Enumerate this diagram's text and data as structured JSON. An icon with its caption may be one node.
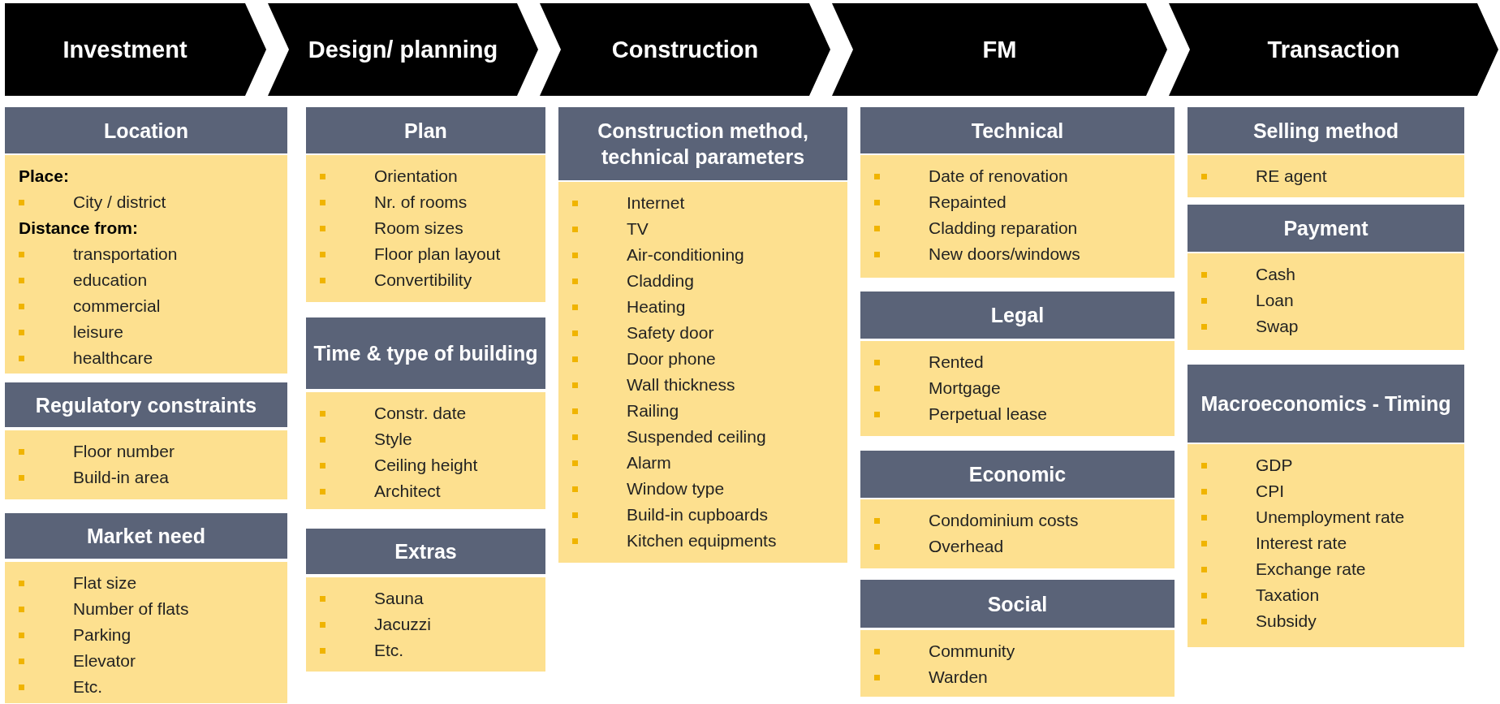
{
  "diagram": {
    "nodes": [
      {
        "text": [
          "Investment"
        ]
      },
      {
        "text": [
          "Design/ planning"
        ]
      },
      {
        "text": [
          "Construction"
        ]
      },
      {
        "text": [
          "FM"
        ]
      },
      {
        "text": [
          "Transaction"
        ]
      },
      {
        "text": [
          "Location"
        ]
      },
      {
        "text": [
          "Place:",
          "City / district",
          "Distance from:",
          "transportation",
          "education",
          "commercial",
          "leisure",
          "healthcare"
        ]
      },
      {
        "text": [
          "Regulatory constraints"
        ]
      },
      {
        "text": [
          "Floor number",
          "Build-in area"
        ]
      },
      {
        "text": [
          "Market need"
        ]
      },
      {
        "text": [
          "Flat size",
          "Number of flats",
          "Parking",
          "Elevator",
          "Etc."
        ]
      },
      {
        "text": [
          "Plan"
        ]
      },
      {
        "text": [
          "Orientation",
          "Nr. of rooms",
          "Room sizes",
          "Floor plan layout",
          "Convertibility"
        ]
      },
      {
        "text": [
          "Time & type of building"
        ]
      },
      {
        "text": [
          "Constr. date",
          "Style",
          "Ceiling height",
          "Architect"
        ]
      },
      {
        "text": [
          "Extras"
        ]
      },
      {
        "text": [
          "Sauna",
          "Jacuzzi",
          "Etc."
        ]
      },
      {
        "text": [
          "Construction method, technical parameters"
        ]
      },
      {
        "text": [
          "Internet",
          "TV",
          "Air-conditioning",
          "Cladding",
          "Heating",
          "Safety door",
          "Door phone",
          "Wall thickness",
          "Railing",
          "Suspended ceiling",
          "Alarm",
          "Window type",
          "Build-in cupboards",
          "Kitchen equipments"
        ]
      },
      {
        "text": [
          "Technical"
        ]
      },
      {
        "text": [
          "Date of renovation",
          "Repainted",
          "Cladding  reparation",
          "New doors/windows"
        ]
      },
      {
        "text": [
          "Legal"
        ]
      },
      {
        "text": [
          "Rented",
          "Mortgage",
          "Perpetual lease"
        ]
      },
      {
        "text": [
          "Economic"
        ]
      },
      {
        "text": [
          "Condominium costs",
          "Overhead"
        ]
      },
      {
        "text": [
          "Social"
        ]
      },
      {
        "text": [
          "Community",
          "Warden"
        ]
      },
      {
        "text": [
          "Selling method"
        ]
      },
      {
        "text": [
          "RE agent"
        ]
      },
      {
        "text": [
          "Payment"
        ]
      },
      {
        "text": [
          "Cash",
          "Loan",
          "Swap"
        ]
      },
      {
        "text": [
          "Macroeconomics - Timing"
        ]
      },
      {
        "text": [
          "GDP",
          "CPI",
          "Unemployment rate",
          "Interest rate",
          "Exchange rate",
          "Taxation",
          "Subsidy"
        ]
      }
    ]
  }
}
